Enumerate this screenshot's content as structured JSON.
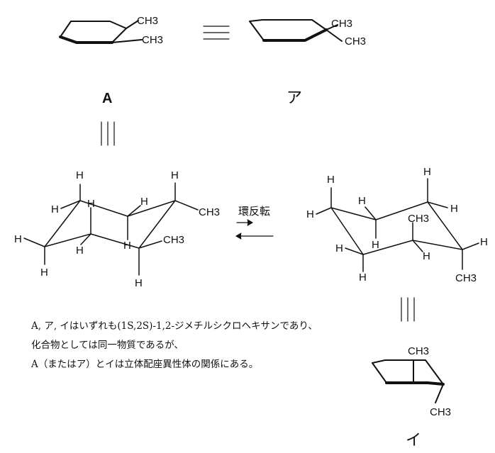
{
  "molecules": {
    "A": {
      "label": "A",
      "ch3_1": "CH3",
      "ch3_2": "CH3"
    },
    "a_kana": {
      "label": "ア",
      "ch3_1": "CH3",
      "ch3_2": "CH3"
    },
    "left_chair": {
      "h_atoms": [
        "H",
        "H",
        "H",
        "H",
        "H",
        "H",
        "H",
        "H",
        "H",
        "H"
      ],
      "ch3_1": "CH3",
      "ch3_2": "CH3"
    },
    "right_chair": {
      "h_atoms": [
        "H",
        "H",
        "H",
        "H",
        "H",
        "H",
        "H",
        "H",
        "H",
        "H"
      ],
      "ch3_1": "CH3",
      "ch3_2": "CH3"
    },
    "i_kana": {
      "label": "イ",
      "ch3_1": "CH3",
      "ch3_2": "CH3"
    }
  },
  "ring_flip_label": "環反転",
  "note_lines": [
    "A, ア, イはいずれも(1S,2S)-1,2-ジメチルシクロヘキサンであり、",
    "化合物としては同一物質であるが、",
    "A（またはア）とイは立体配座異性体の関係にある。"
  ]
}
